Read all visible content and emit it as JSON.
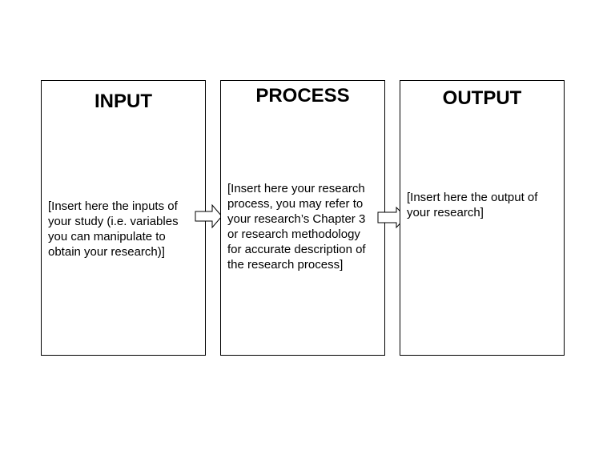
{
  "diagram": {
    "boxes": [
      {
        "title": "INPUT",
        "text": "[Insert here the inputs of\nyour study (i.e. variables\nyou can manipulate to\nobtain your research)]"
      },
      {
        "title": "PROCESS",
        "text": "[Insert here your research\nprocess, you may refer to\nyour research’s Chapter 3\nor research methodology\nfor accurate description of\nthe research process]"
      },
      {
        "title": "OUTPUT",
        "text": "[Insert here the output of\nyour research]"
      }
    ],
    "arrows": [
      {
        "from": "INPUT",
        "to": "PROCESS"
      },
      {
        "from": "PROCESS",
        "to": "OUTPUT"
      }
    ]
  }
}
